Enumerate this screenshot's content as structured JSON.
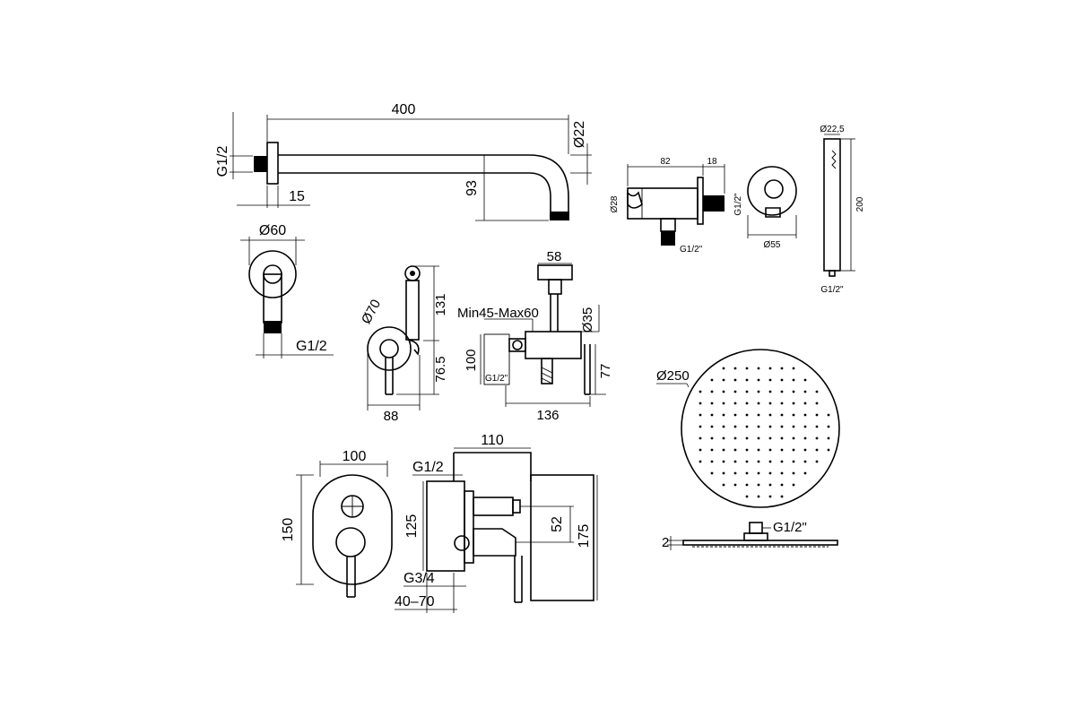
{
  "arm": {
    "length": "400",
    "diameter": "Ø22",
    "drop": "93",
    "thread": "G1/2",
    "flange_offset": "15"
  },
  "arm_flange": {
    "diameter": "Ø60",
    "thread": "G1/2"
  },
  "outlet": {
    "length": "82",
    "flange": "18",
    "tube_dia": "Ø28",
    "thread_side": "G1/2\"",
    "thread_bottom": "G1/2\"",
    "rosette_dia": "Ø55"
  },
  "hand_shower": {
    "diameter": "Ø22,5",
    "length": "200",
    "thread": "G1/2\""
  },
  "bidet_side": {
    "rosette_dia": "Ø70",
    "height": "131",
    "lever_height": "76.5",
    "depth": "88"
  },
  "bidet_front": {
    "holder_width": "58",
    "wall_range": "Min45-Max60",
    "body_dia": "Ø35",
    "height": "100",
    "lever": "77",
    "thread": "G1/2\"",
    "width": "136"
  },
  "showerhead": {
    "diameter": "Ø250",
    "thickness": "2",
    "thread": "G1/2\""
  },
  "mixer_plate": {
    "width": "100",
    "height": "150"
  },
  "mixer_body": {
    "width": "110",
    "thread_top": "G1/2",
    "inner_height": "125",
    "offset": "52",
    "total_height": "175",
    "thread_bottom": "G3/4",
    "depth_range": "40–70"
  }
}
